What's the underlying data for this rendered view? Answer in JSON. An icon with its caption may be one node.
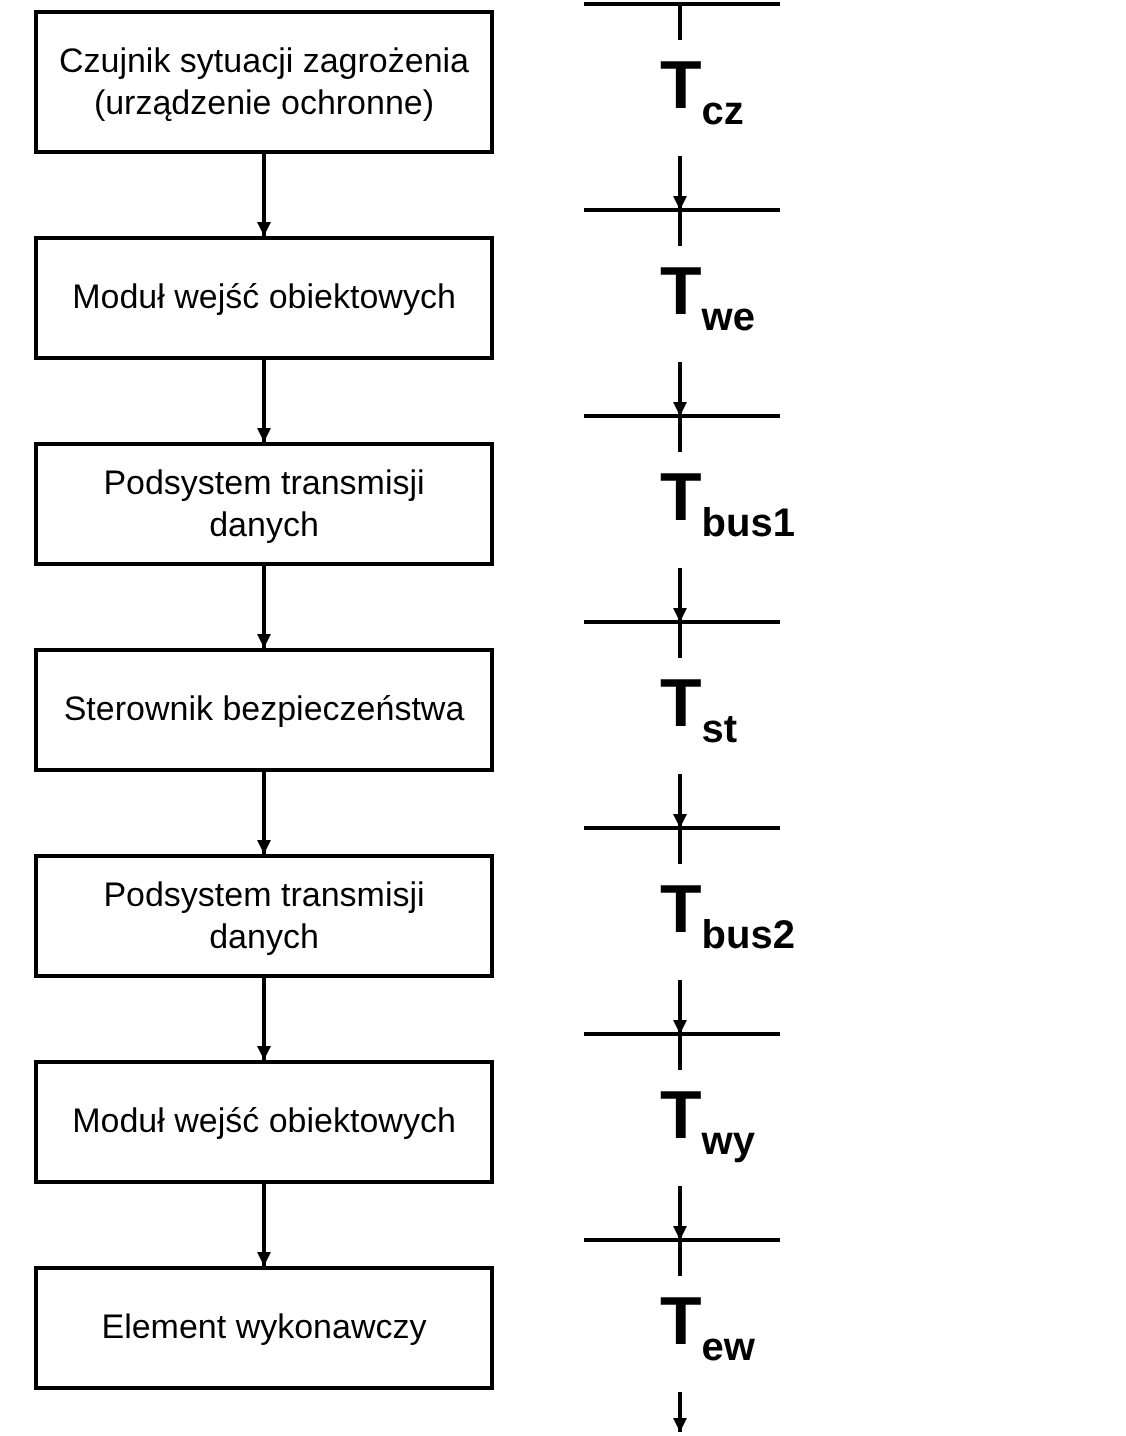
{
  "diagram": {
    "nodes": [
      {
        "text": [
          "Czujnik sytuacji zagrożenia (urządzenie ochronne)"
        ]
      },
      {
        "text": [
          "Moduł wejść obiektowych"
        ]
      },
      {
        "text": [
          "Podsystem transmisji danych"
        ]
      },
      {
        "text": [
          "Sterownik bezpieczeństwa"
        ]
      },
      {
        "text": [
          "Podsystem transmisji danych"
        ]
      },
      {
        "text": [
          "Moduł wejść obiektowych"
        ]
      },
      {
        "text": [
          "Element wykonawczy"
        ]
      }
    ],
    "edges": [
      {
        "from": 0,
        "to": 1,
        "arrow": "to"
      },
      {
        "from": 1,
        "to": 2,
        "arrow": "to"
      },
      {
        "from": 2,
        "to": 3,
        "arrow": "to"
      },
      {
        "from": 3,
        "to": 4,
        "arrow": "to"
      },
      {
        "from": 4,
        "to": 5,
        "arrow": "to"
      },
      {
        "from": 5,
        "to": 6,
        "arrow": "to"
      }
    ],
    "labels": [
      "T$_{cz}$",
      "T$_{we}$",
      "T$_{bus1}$",
      "T$_{st}$",
      "T$_{bus2}$",
      "T$_{wy}$",
      "T$_{ew}$"
    ]
  }
}
